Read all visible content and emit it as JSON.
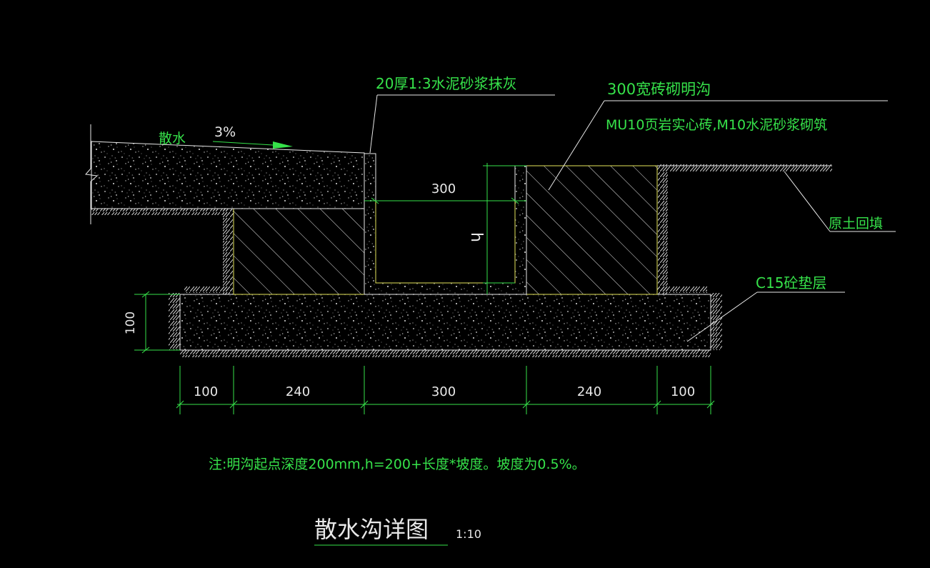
{
  "colors": {
    "background": "#000000",
    "annotation": "#36e24a",
    "linework": "#e8e8e8",
    "outline": "#e4e45a"
  },
  "labels": {
    "plaster": "20厚1:3水泥砂浆抹灰",
    "ditch_spec": "300宽砖砌明沟",
    "brick_spec": "MU10页岩实心砖,M10水泥砂浆砌筑",
    "apron": "散水",
    "slope": "3%",
    "backfill": "原土回填",
    "cushion": "C15砼垫层"
  },
  "dimensions": {
    "inner_width": "300",
    "height_symbol": "h",
    "cushion_thickness": "100",
    "bottom": [
      "100",
      "240",
      "300",
      "240",
      "100"
    ]
  },
  "note": "注:明沟起点深度200mm,h=200+长度*坡度。坡度为0.5%。",
  "title": {
    "text": "散水沟详图",
    "scale": "1:10"
  }
}
